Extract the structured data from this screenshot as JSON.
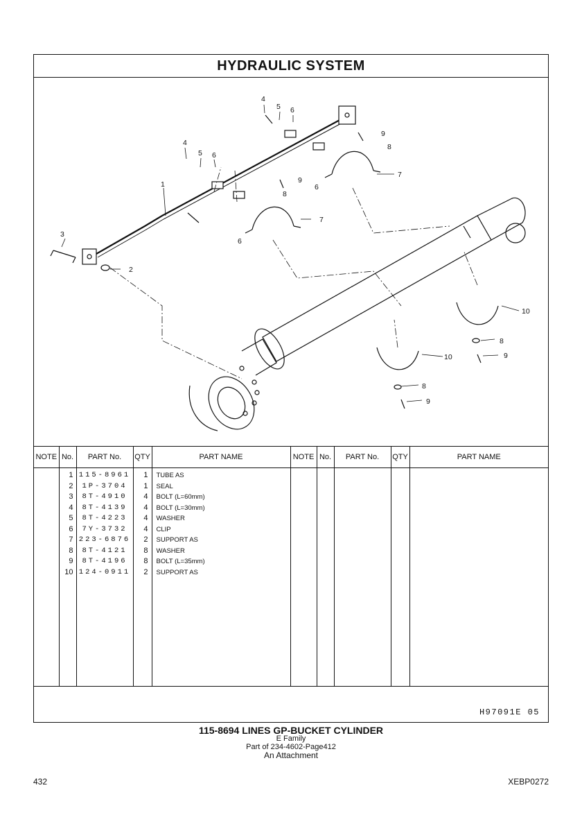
{
  "header": {
    "title": "HYDRAULIC SYSTEM"
  },
  "callouts": [
    "1",
    "2",
    "3",
    "4",
    "5",
    "6",
    "7",
    "8",
    "9",
    "10"
  ],
  "table": {
    "columns": [
      "NOTE",
      "No.",
      "PART No.",
      "QTY",
      "PART NAME"
    ],
    "rows": [
      {
        "no": "1",
        "part_no": "115-8961",
        "qty": "1",
        "name": "TUBE AS"
      },
      {
        "no": "2",
        "part_no": "1P-3704",
        "qty": "1",
        "name": "SEAL"
      },
      {
        "no": "3",
        "part_no": "8T-4910",
        "qty": "4",
        "name": "BOLT (L=60mm)"
      },
      {
        "no": "4",
        "part_no": "8T-4139",
        "qty": "4",
        "name": "BOLT (L=30mm)"
      },
      {
        "no": "5",
        "part_no": "8T-4223",
        "qty": "4",
        "name": "WASHER"
      },
      {
        "no": "6",
        "part_no": "7Y-3732",
        "qty": "4",
        "name": "CLIP"
      },
      {
        "no": "7",
        "part_no": "223-6876",
        "qty": "2",
        "name": "SUPPORT AS"
      },
      {
        "no": "8",
        "part_no": "8T-4121",
        "qty": "8",
        "name": "WASHER"
      },
      {
        "no": "9",
        "part_no": "8T-4196",
        "qty": "8",
        "name": "BOLT (L=35mm)"
      },
      {
        "no": "10",
        "part_no": "124-0911",
        "qty": "2",
        "name": "SUPPORT AS"
      }
    ]
  },
  "drawing_code": "H97091E  05",
  "caption": {
    "title": "115-8694  LINES GP-BUCKET CYLINDER",
    "family": "E Family",
    "part_of": "Part of 234-4602-Page412",
    "attachment": "An Attachment"
  },
  "page_number": "432",
  "doc_code": "XEBP0272"
}
